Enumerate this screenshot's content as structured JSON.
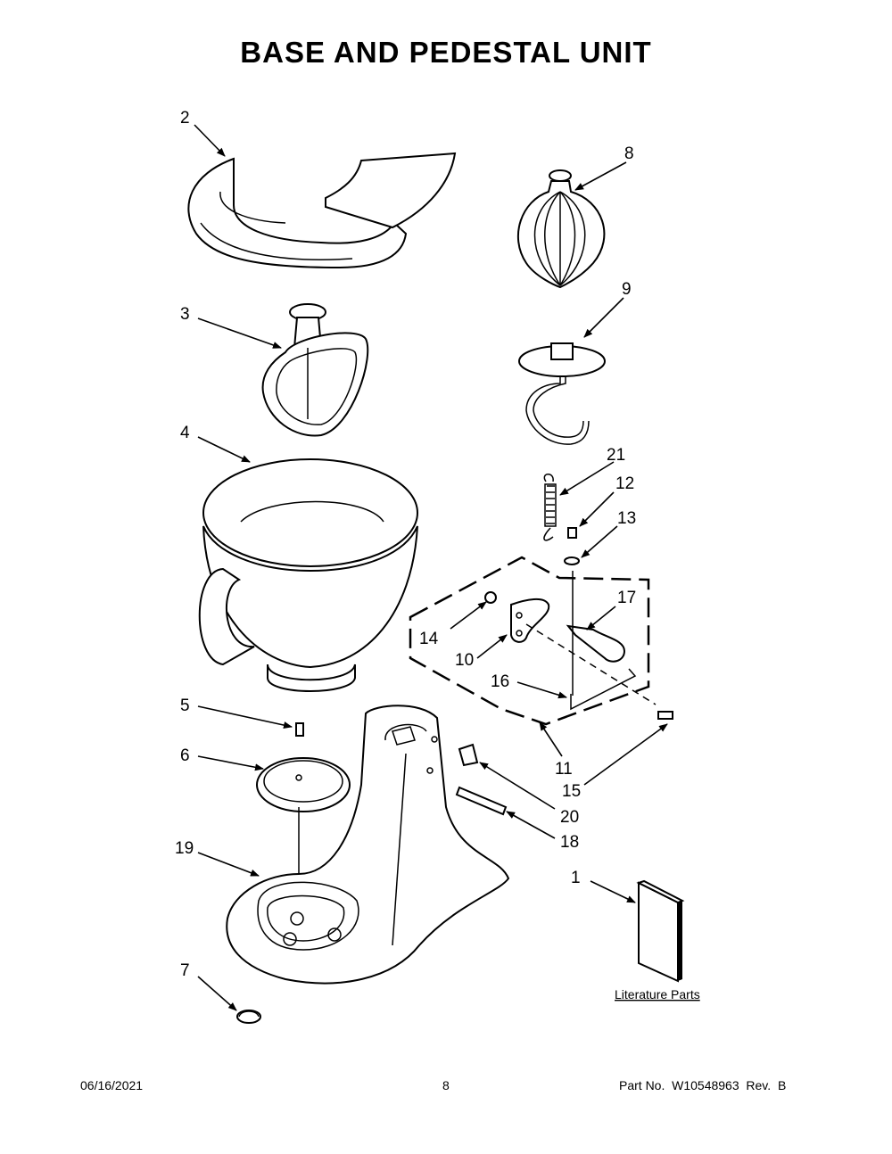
{
  "title": "BASE AND PEDESTAL UNIT",
  "callouts": {
    "c1": "1",
    "c2": "2",
    "c3": "3",
    "c4": "4",
    "c5": "5",
    "c6": "6",
    "c7": "7",
    "c8": "8",
    "c9": "9",
    "c10": "10",
    "c11": "11",
    "c12": "12",
    "c13": "13",
    "c14": "14",
    "c15": "15",
    "c16": "16",
    "c17": "17",
    "c18": "18",
    "c19": "19",
    "c20": "20",
    "c21": "21"
  },
  "literature_label": "Literature Parts",
  "footer": {
    "date": "06/16/2021",
    "page": "8",
    "part_number": "Part No.  W10548963  Rev.  B"
  }
}
